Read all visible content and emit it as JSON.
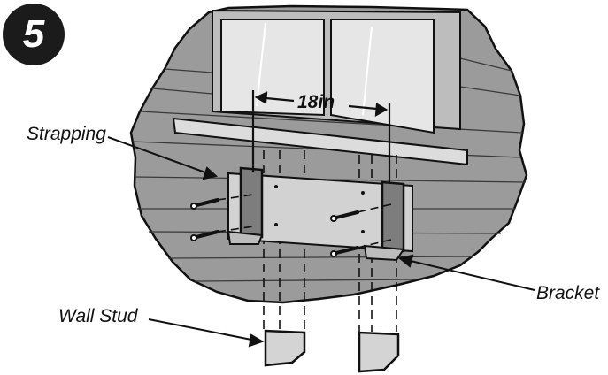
{
  "step": {
    "number": "5"
  },
  "dimension": {
    "label": "18in"
  },
  "labels": {
    "strapping": "Strapping",
    "bracket": "Bracket",
    "wall_stud": "Wall Stud"
  },
  "colors": {
    "wall": "#9b9b9b",
    "window": "#e6e6e6",
    "strapping": "#d2d2d2",
    "bracket": "#7d7d7d",
    "outline": "#111111"
  }
}
